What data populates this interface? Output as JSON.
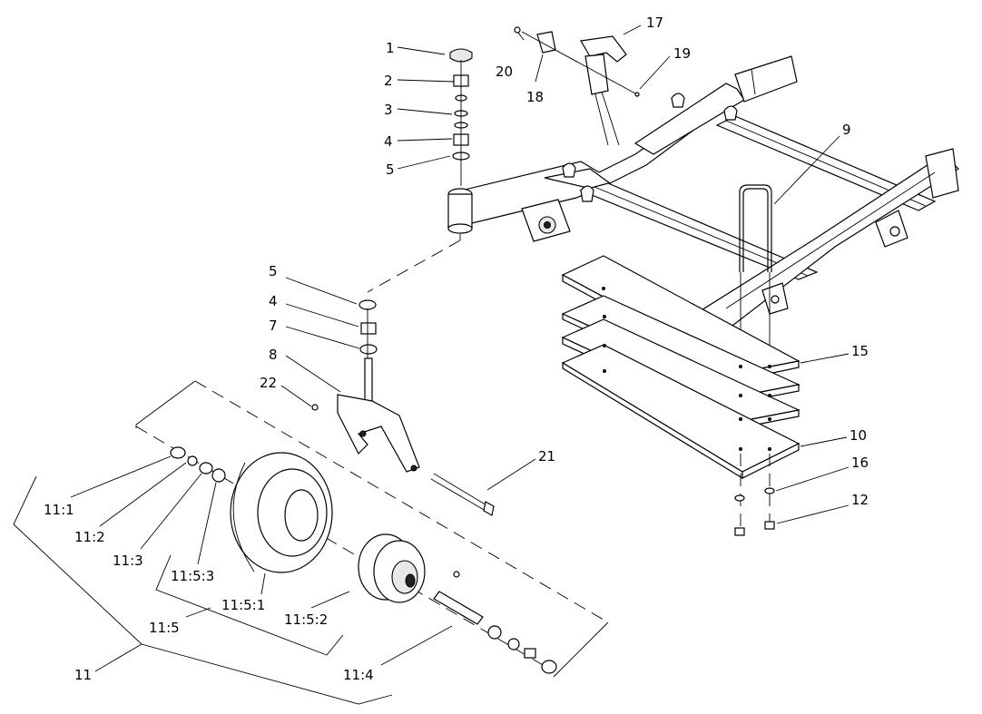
{
  "callouts": [
    {
      "id": "c1",
      "text": "1"
    },
    {
      "id": "c2",
      "text": "2"
    },
    {
      "id": "c3",
      "text": "3"
    },
    {
      "id": "c4a",
      "text": "4"
    },
    {
      "id": "c5a",
      "text": "5"
    },
    {
      "id": "c5b",
      "text": "5"
    },
    {
      "id": "c4b",
      "text": "4"
    },
    {
      "id": "c7",
      "text": "7"
    },
    {
      "id": "c8",
      "text": "8"
    },
    {
      "id": "c22",
      "text": "22"
    },
    {
      "id": "c9",
      "text": "9"
    },
    {
      "id": "c15",
      "text": "15"
    },
    {
      "id": "c10",
      "text": "10"
    },
    {
      "id": "c16",
      "text": "16"
    },
    {
      "id": "c12",
      "text": "12"
    },
    {
      "id": "c17",
      "text": "17"
    },
    {
      "id": "c18",
      "text": "18"
    },
    {
      "id": "c19",
      "text": "19"
    },
    {
      "id": "c20",
      "text": "20"
    },
    {
      "id": "c21",
      "text": "21"
    },
    {
      "id": "c11_1",
      "text": "11:1"
    },
    {
      "id": "c11_2",
      "text": "11:2"
    },
    {
      "id": "c11_3",
      "text": "11:3"
    },
    {
      "id": "c11_5_3",
      "text": "11:5:3"
    },
    {
      "id": "c11_5_1",
      "text": "11:5:1"
    },
    {
      "id": "c11_5_2",
      "text": "11:5:2"
    },
    {
      "id": "c11_5",
      "text": "11:5"
    },
    {
      "id": "c11",
      "text": "11"
    },
    {
      "id": "c11_4",
      "text": "11:4"
    }
  ]
}
